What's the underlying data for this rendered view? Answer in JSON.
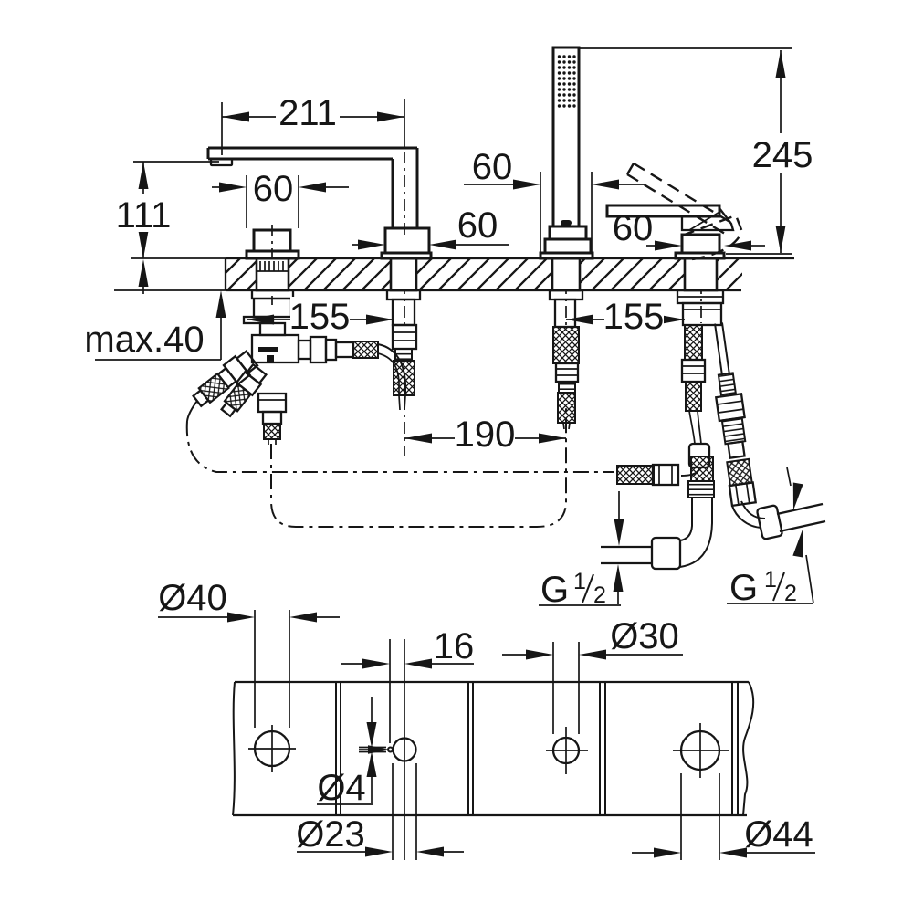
{
  "elevation": {
    "dims": {
      "spout_reach": "211",
      "spout_height": "111",
      "deck_max": "max.40",
      "unit_width": "60",
      "center_1_2": "155",
      "center_2_3": "190",
      "center_3_4": "155",
      "shower_height": "245"
    },
    "thread_left": {
      "g": "G",
      "num": "1",
      "den": "2"
    },
    "thread_right": {
      "g": "G",
      "num": "1",
      "den": "2"
    }
  },
  "plan": {
    "dims": {
      "hole1_dia": "Ø40",
      "pin_offset": "16",
      "hole3_dia": "Ø30",
      "pin_dia": "Ø4",
      "hole2_dia": "Ø23",
      "hole4_dia": "Ø44"
    }
  },
  "line_color": "#161616"
}
